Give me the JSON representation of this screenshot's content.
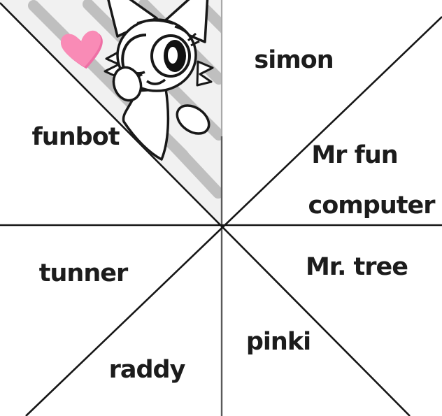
{
  "figure": {
    "kind": "hand-drawn eight-sector name chart",
    "background": "#ffffff",
    "description": "Canvas split into 8 pie sectors by a horizontal, a vertical and two diagonal lines crossing at the center; each sector holds a character name; the upper-left sector holds a doodle of a winking fox-cat character with a pink heart on a grey striped background."
  },
  "labels": {
    "funbot": "funbot",
    "simon": "simon",
    "mr_fun_line1": "Mr fun",
    "mr_fun_line2": "computer",
    "tunner": "tunner",
    "mr_tree": "Mr. tree",
    "pinki": "pinki",
    "raddy": "raddy"
  },
  "sectors": [
    {
      "position": "north-northwest",
      "content": "character artwork (winking fox-cat doodle, heart-icon)"
    },
    {
      "position": "west-northwest",
      "name": "funbot"
    },
    {
      "position": "north-northeast",
      "name": "simon"
    },
    {
      "position": "east-northeast",
      "name": "Mr fun computer"
    },
    {
      "position": "west-southwest",
      "name": "tunner"
    },
    {
      "position": "east-southeast",
      "name": "Mr. tree"
    },
    {
      "position": "south-southwest",
      "name": "raddy"
    },
    {
      "position": "south-southeast",
      "name": "pinki"
    }
  ],
  "artwork": {
    "heart_icon": "pink heart",
    "character": "white cartoon fox-cat, one big open eye, one winking eye, cheek tufts, raised paw, body with oval spot",
    "background_pattern": "diagonal grey stripes parallel to the top-left diagonal divider"
  },
  "colors": {
    "ink_lines": "#161616",
    "label_text": "#1c1c1c",
    "art_background": "#f1f1f1",
    "stripe_grey": "#bfbfbf",
    "heart_fill": "#f98bb6",
    "heart_shade": "#ee6fa5",
    "vertical_divider_top": "#a8a8a8",
    "vertical_divider_bottom": "#5a5a5a",
    "character_fill": "#ffffff"
  }
}
